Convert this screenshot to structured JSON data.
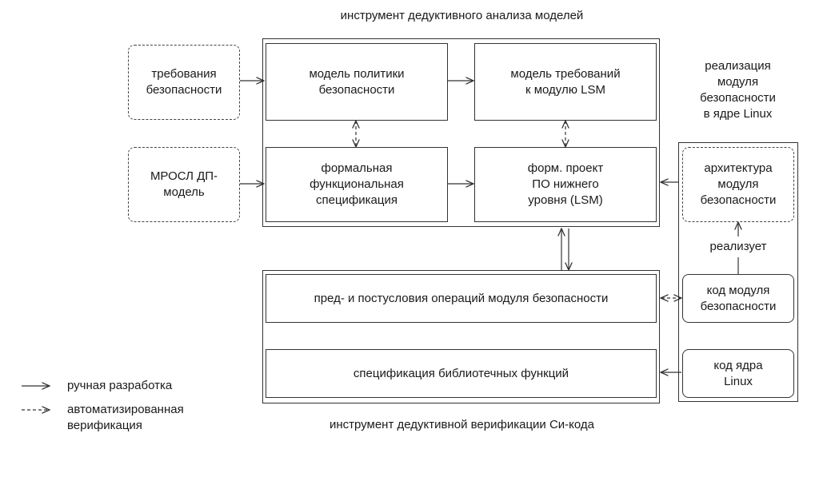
{
  "top_caption": "инструмент дедуктивного анализа моделей",
  "bottom_caption": "инструмент дедуктивной верификации Си-кода",
  "right_caption": "реализация\nмодуля\nбезопасности\nв ядре Linux",
  "boxes": {
    "security_requirements": "требования\nбезопасности",
    "mrosl_model": "МРОСЛ ДП-\nмодель",
    "security_policy_model": "модель политики\nбезопасности",
    "lsm_requirements_model": "модель требований\nк модулю LSM",
    "formal_functional_spec": "формальная\nфункциональная\nспецификация",
    "formal_low_level_design": "форм. проект\nПО нижнего\nуровня (LSM)",
    "pre_post_conditions": "пред- и постусловия операций модуля безопасности",
    "library_functions_spec": "спецификация библиотечных функций",
    "security_module_architecture": "архитектура\nмодуля\nбезопасности",
    "security_module_code": "код модуля\nбезопасности",
    "linux_kernel_code": "код ядра\nLinux"
  },
  "implements_label": "реализует",
  "legend": {
    "manual": "ручная разработка",
    "automated": "автоматизированная\nверификация"
  },
  "colors": {
    "line": "#333333",
    "text": "#1a1a1a"
  }
}
